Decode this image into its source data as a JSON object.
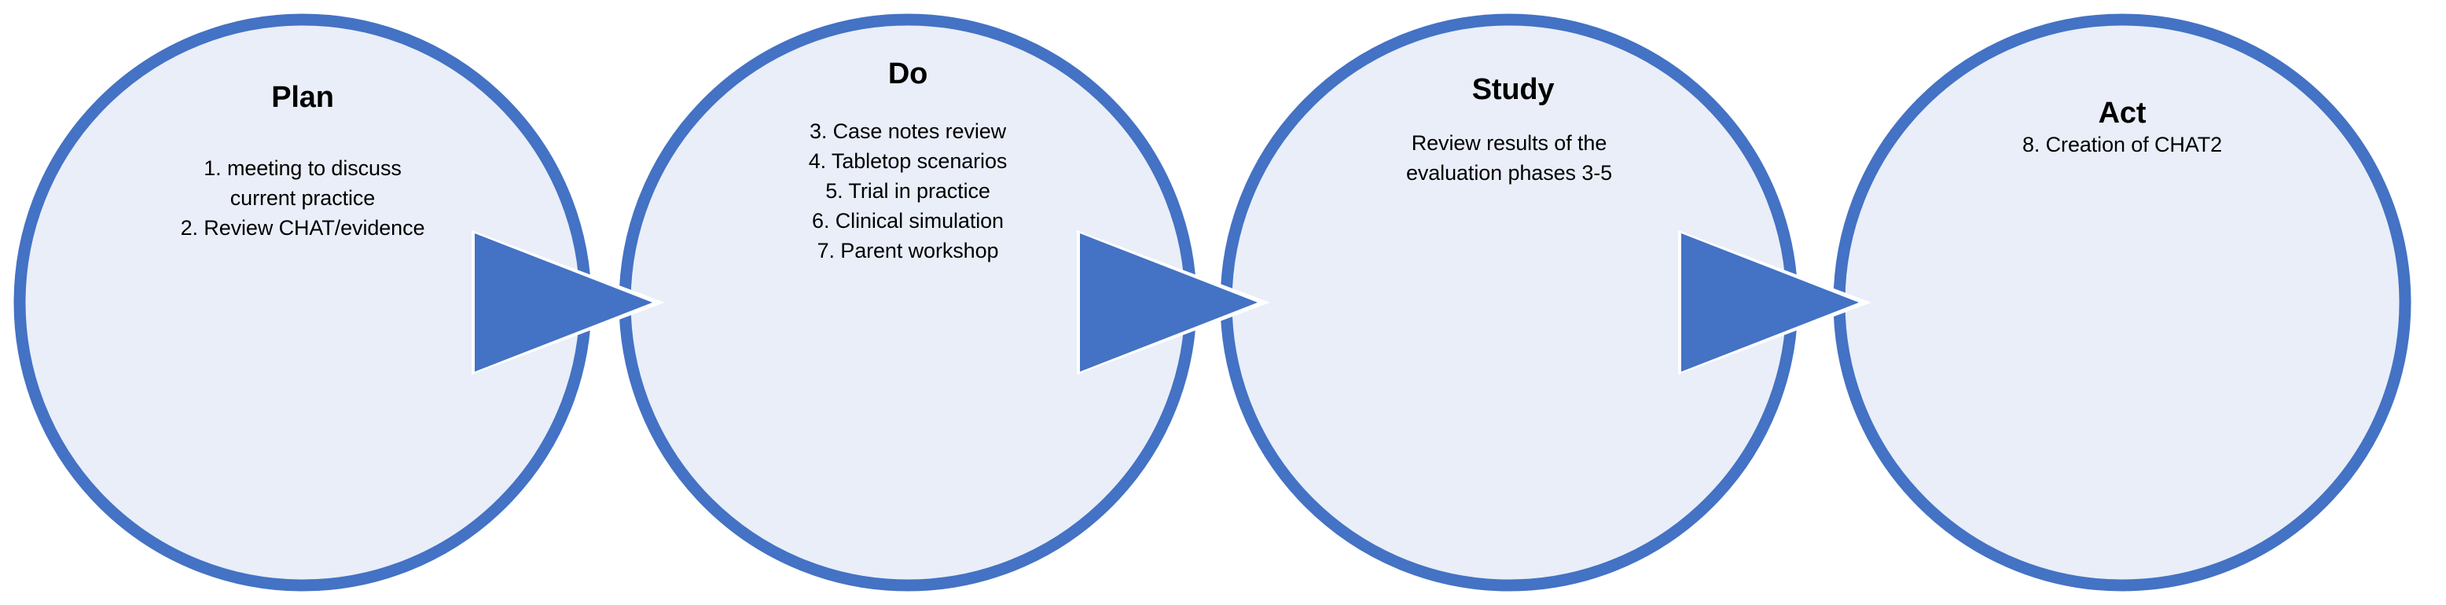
{
  "diagram": {
    "name": "PDSA cycle diagram",
    "type": "chevron-circle-process",
    "background_color": "#FFFFFF",
    "accent_color": "#4472C4",
    "circle_fill_color": "#E9EEF8",
    "circle_stroke_color": "#4472C4",
    "text_color": "#000000",
    "stages": [
      {
        "id": "plan",
        "title": "Plan",
        "lines": [
          "1. meeting to discuss",
          "current practice",
          "2. Review CHAT/evidence"
        ]
      },
      {
        "id": "do",
        "title": "Do",
        "lines": [
          "3. Case notes review",
          "4. Tabletop scenarios",
          "5. Trial in practice",
          "6. Clinical simulation",
          "7. Parent workshop"
        ]
      },
      {
        "id": "study",
        "title": "Study",
        "lines": [
          "Review results of the",
          "evaluation phases 3-5"
        ]
      },
      {
        "id": "act",
        "title": "Act",
        "lines": [
          "8. Creation of CHAT2"
        ]
      }
    ],
    "arrows": [
      {
        "id": "arrow-plan-to-do",
        "from": "plan",
        "to": "do",
        "direction": "right"
      },
      {
        "id": "arrow-do-to-study",
        "from": "do",
        "to": "study",
        "direction": "right"
      },
      {
        "id": "arrow-study-to-act",
        "from": "study",
        "to": "act",
        "direction": "right"
      }
    ]
  }
}
